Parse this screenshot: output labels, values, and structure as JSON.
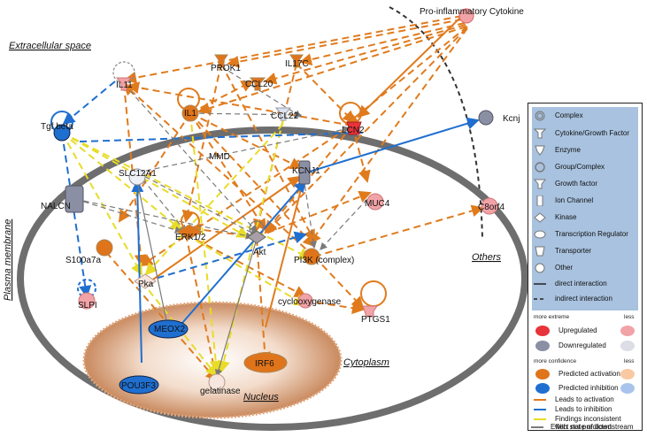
{
  "regions": {
    "extracellular": "Extracellular space",
    "plasma_membrane": "Plasma membrane",
    "cytoplasm": "Cytoplasm",
    "nucleus": "Nucleus",
    "others": "Others"
  },
  "nodes": {
    "pro_inflammatory": "Pro-inflammatory Cytokine",
    "prok1": "PROK1",
    "il17c": "IL17C",
    "il11": "IL11",
    "ccl20": "CCL20",
    "il1": "IL1",
    "ccl22": "CCL22",
    "lcn2": "LCN2",
    "kcnj": "Kcnj",
    "tgf_beta": "Tgf beta",
    "slc12a1": "SLC12A1",
    "mmd": "MMD",
    "kcnj1": "KCNJ1",
    "muc4": "MUC4",
    "c8orf4": "C8orf4",
    "nalcn": "NALCN",
    "erk12": "ERK1/2",
    "akt": "Akt",
    "pi3k": "PI3K (complex)",
    "s100a7a": "S100a7a",
    "pka": "Pka",
    "slpi": "SLPI",
    "cyclooxygenase": "cyclooxygenase",
    "ptgs1": "PTGS1",
    "meox2": "MEOX2",
    "pou3f3": "POU3F3",
    "gelatinase": "gelatinase",
    "irf6": "IRF6"
  },
  "legend": {
    "shapes": [
      "Complex",
      "Cytokine/Growth Factor",
      "Enzyme",
      "Group/Complex",
      "Growth factor",
      "Ion Channel",
      "Kinase",
      "Transcription Regulator",
      "Transporter",
      "Other"
    ],
    "direct": "direct interaction",
    "indirect": "indirect interaction",
    "more_extreme": "more extreme",
    "less1": "less",
    "upregulated": "Upregulated",
    "downregulated": "Downregulated",
    "more_confidence": "more confidence",
    "less2": "less",
    "pred_activation": "Predicted activation",
    "pred_inhibition": "Predicted inhibition",
    "leads_activation": "Leads to activation",
    "leads_inhibition": "Leads to inhibition",
    "findings1": "Findings inconsistent",
    "findings2": "with state of downstream",
    "effect_np": "Effect not predicted"
  },
  "colors": {
    "activation": "#e07b1d",
    "inhibition": "#1f6fd0",
    "inconsistent": "#e8dc28",
    "not_predicted": "#7a7a7a",
    "upregulated": "#e8333a",
    "upregulated_light": "#f2a3a7",
    "downregulated": "#8a8fa3",
    "pred_activation": "#e0741b",
    "pred_inhibition": "#1f6fd0",
    "membrane": "#6e6e6e",
    "legend_bg": "#a8c2df"
  }
}
